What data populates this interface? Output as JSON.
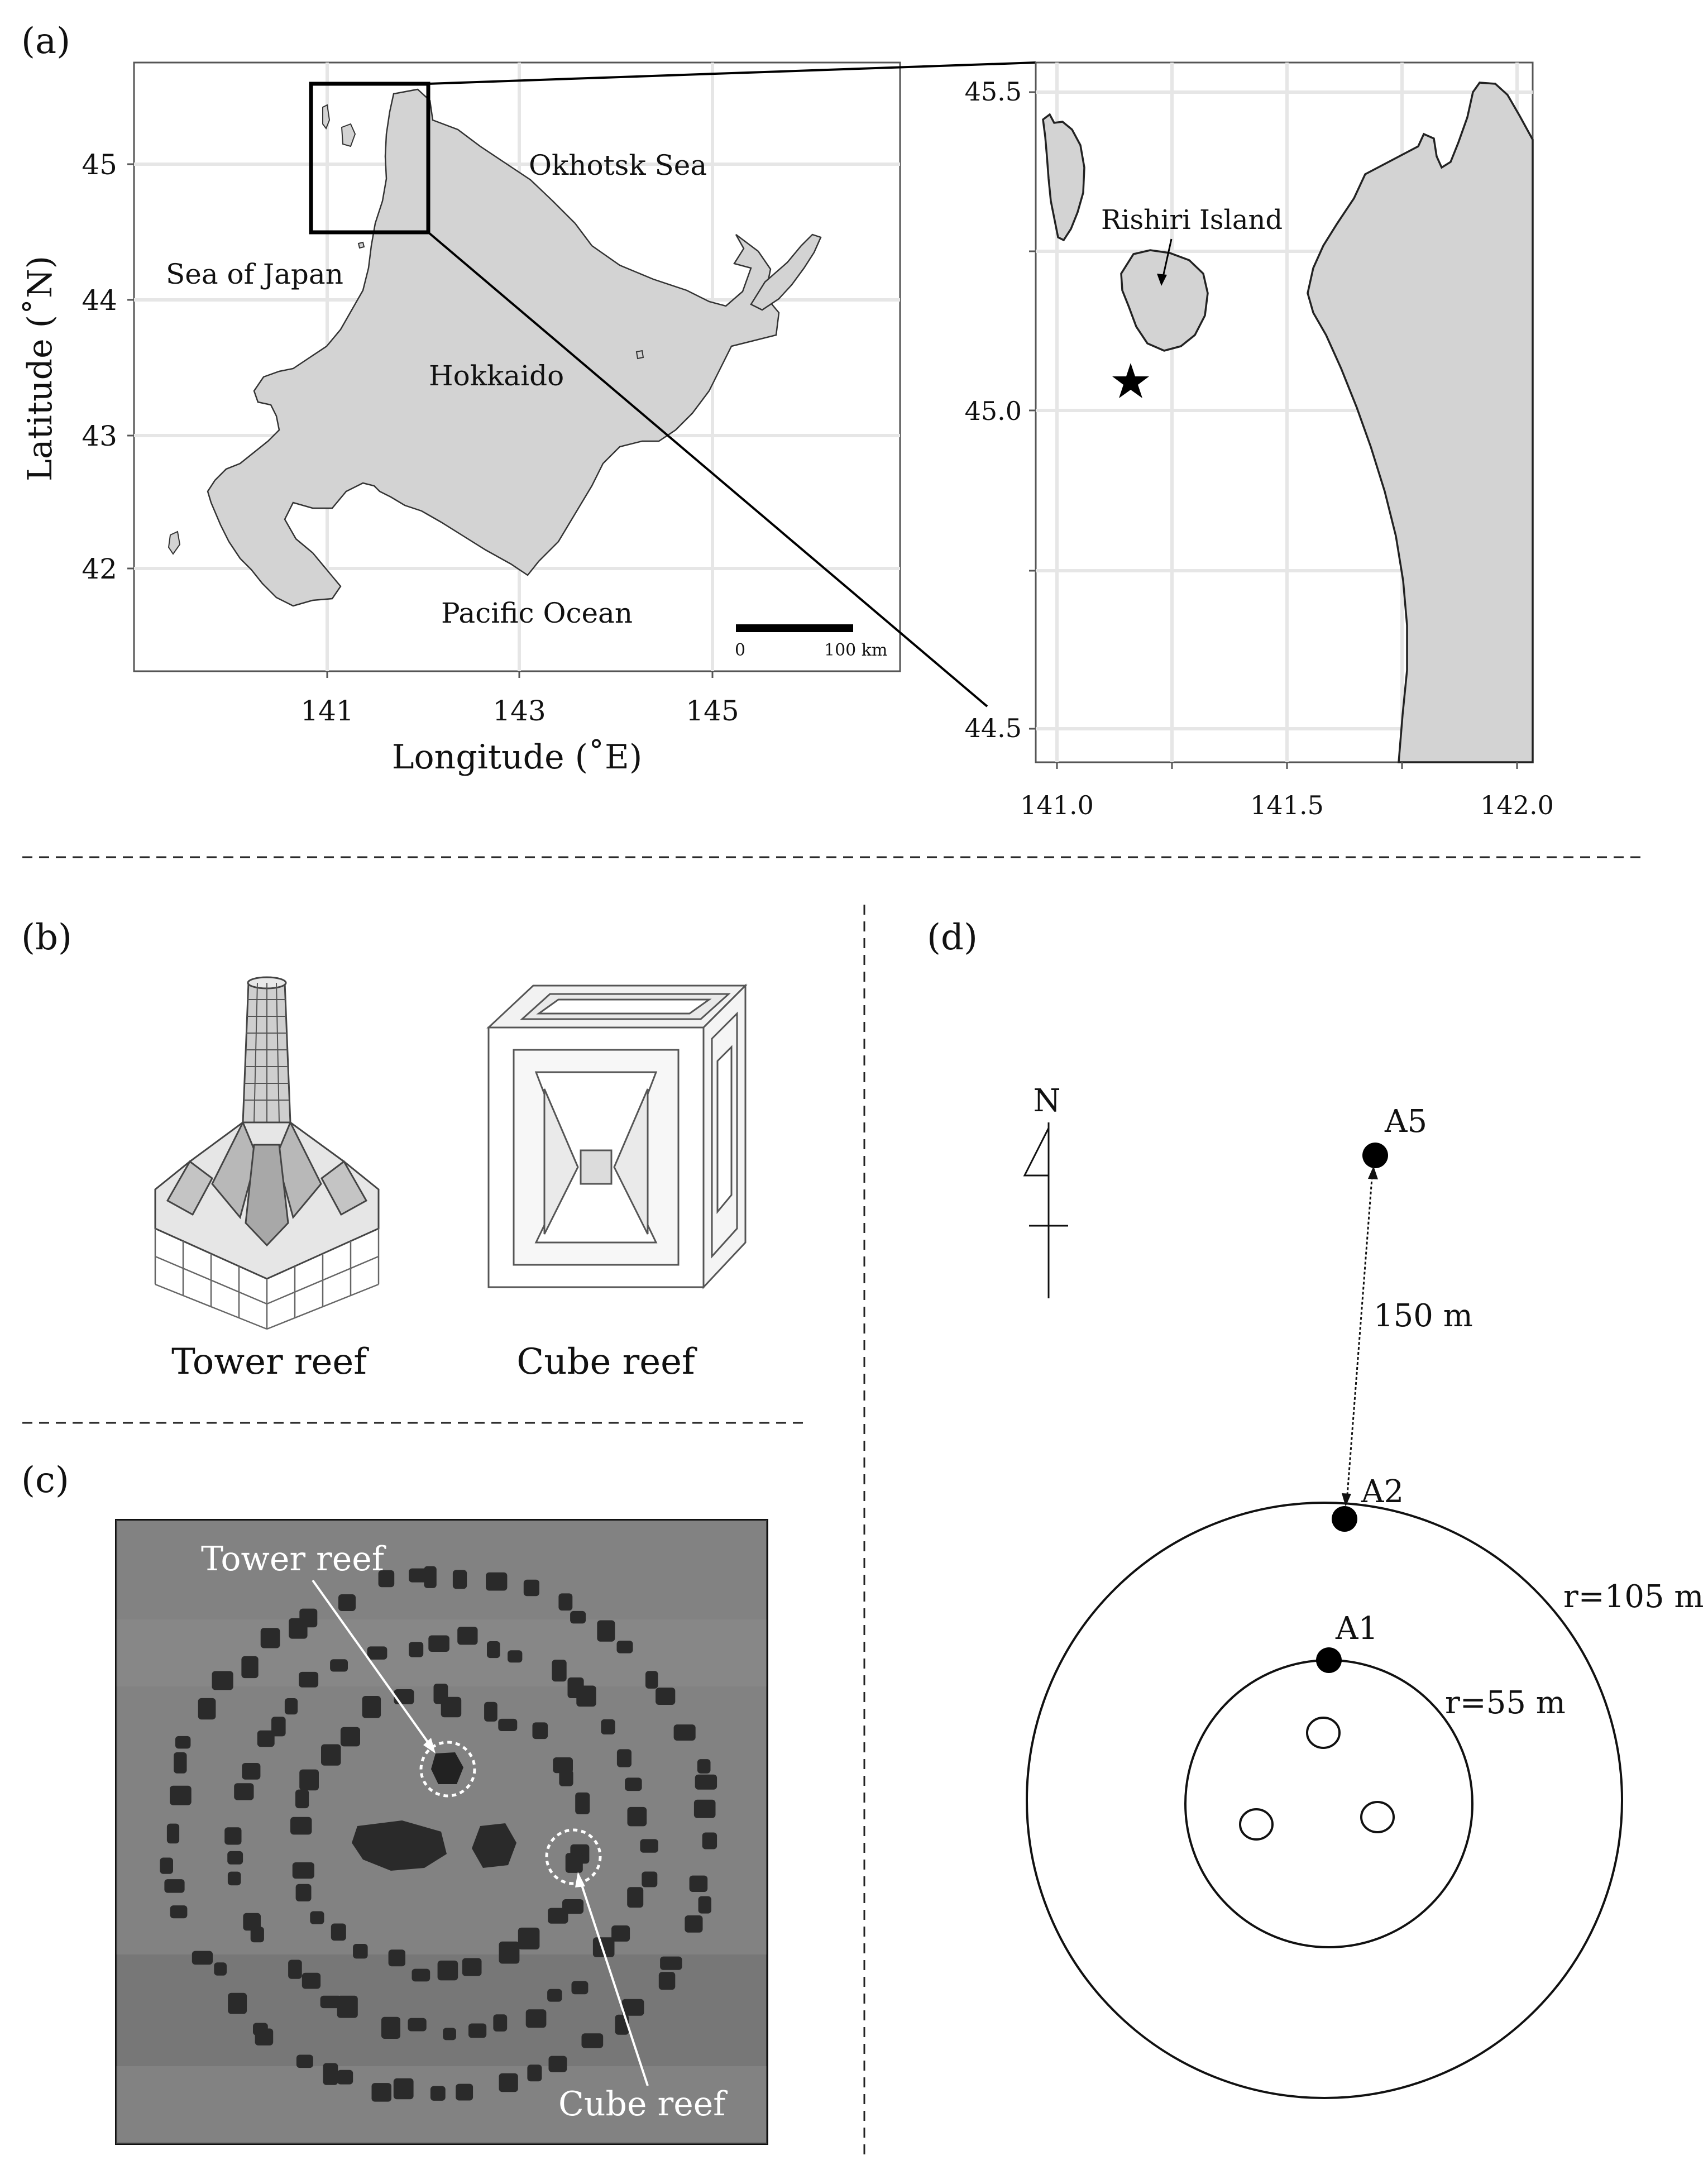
{
  "panels": {
    "a": {
      "label": "(a)",
      "main_map": {
        "xlabel": "Longitude (˚E)",
        "ylabel": "Latitude (˚N)",
        "x_ticks": [
          "141",
          "143",
          "145"
        ],
        "y_ticks": [
          "45",
          "44",
          "43",
          "42"
        ],
        "places": {
          "okhotsk": "Okhotsk Sea",
          "japan_sea": "Sea of Japan",
          "hokkaido": "Hokkaido",
          "pacific": "Pacific Ocean"
        },
        "scale_bar": {
          "start": "0",
          "end": "100 km"
        }
      },
      "inset_map": {
        "x_ticks": [
          "141.0",
          "141.5",
          "142.0"
        ],
        "y_ticks": [
          "45.5",
          "45.0",
          "44.5"
        ],
        "island_label": "Rishiri Island"
      }
    },
    "b": {
      "label": "(b)",
      "tower_caption": "Tower reef",
      "cube_caption": "Cube reef"
    },
    "c": {
      "label": "(c)",
      "tower_label": "Tower reef",
      "cube_label": "Cube reef"
    },
    "d": {
      "label": "(d)",
      "north": "N",
      "points": {
        "a5": "A5",
        "a2": "A2",
        "a1": "A1"
      },
      "distance": "150 m",
      "outer_radius": "r=105 m",
      "inner_radius": "r=55 m"
    }
  },
  "colors": {
    "land": "#d3d3d3",
    "grid": "#e6e6e6",
    "sonar_bg": "#7d7d7d",
    "reef_dark": "#2a2a2a"
  }
}
